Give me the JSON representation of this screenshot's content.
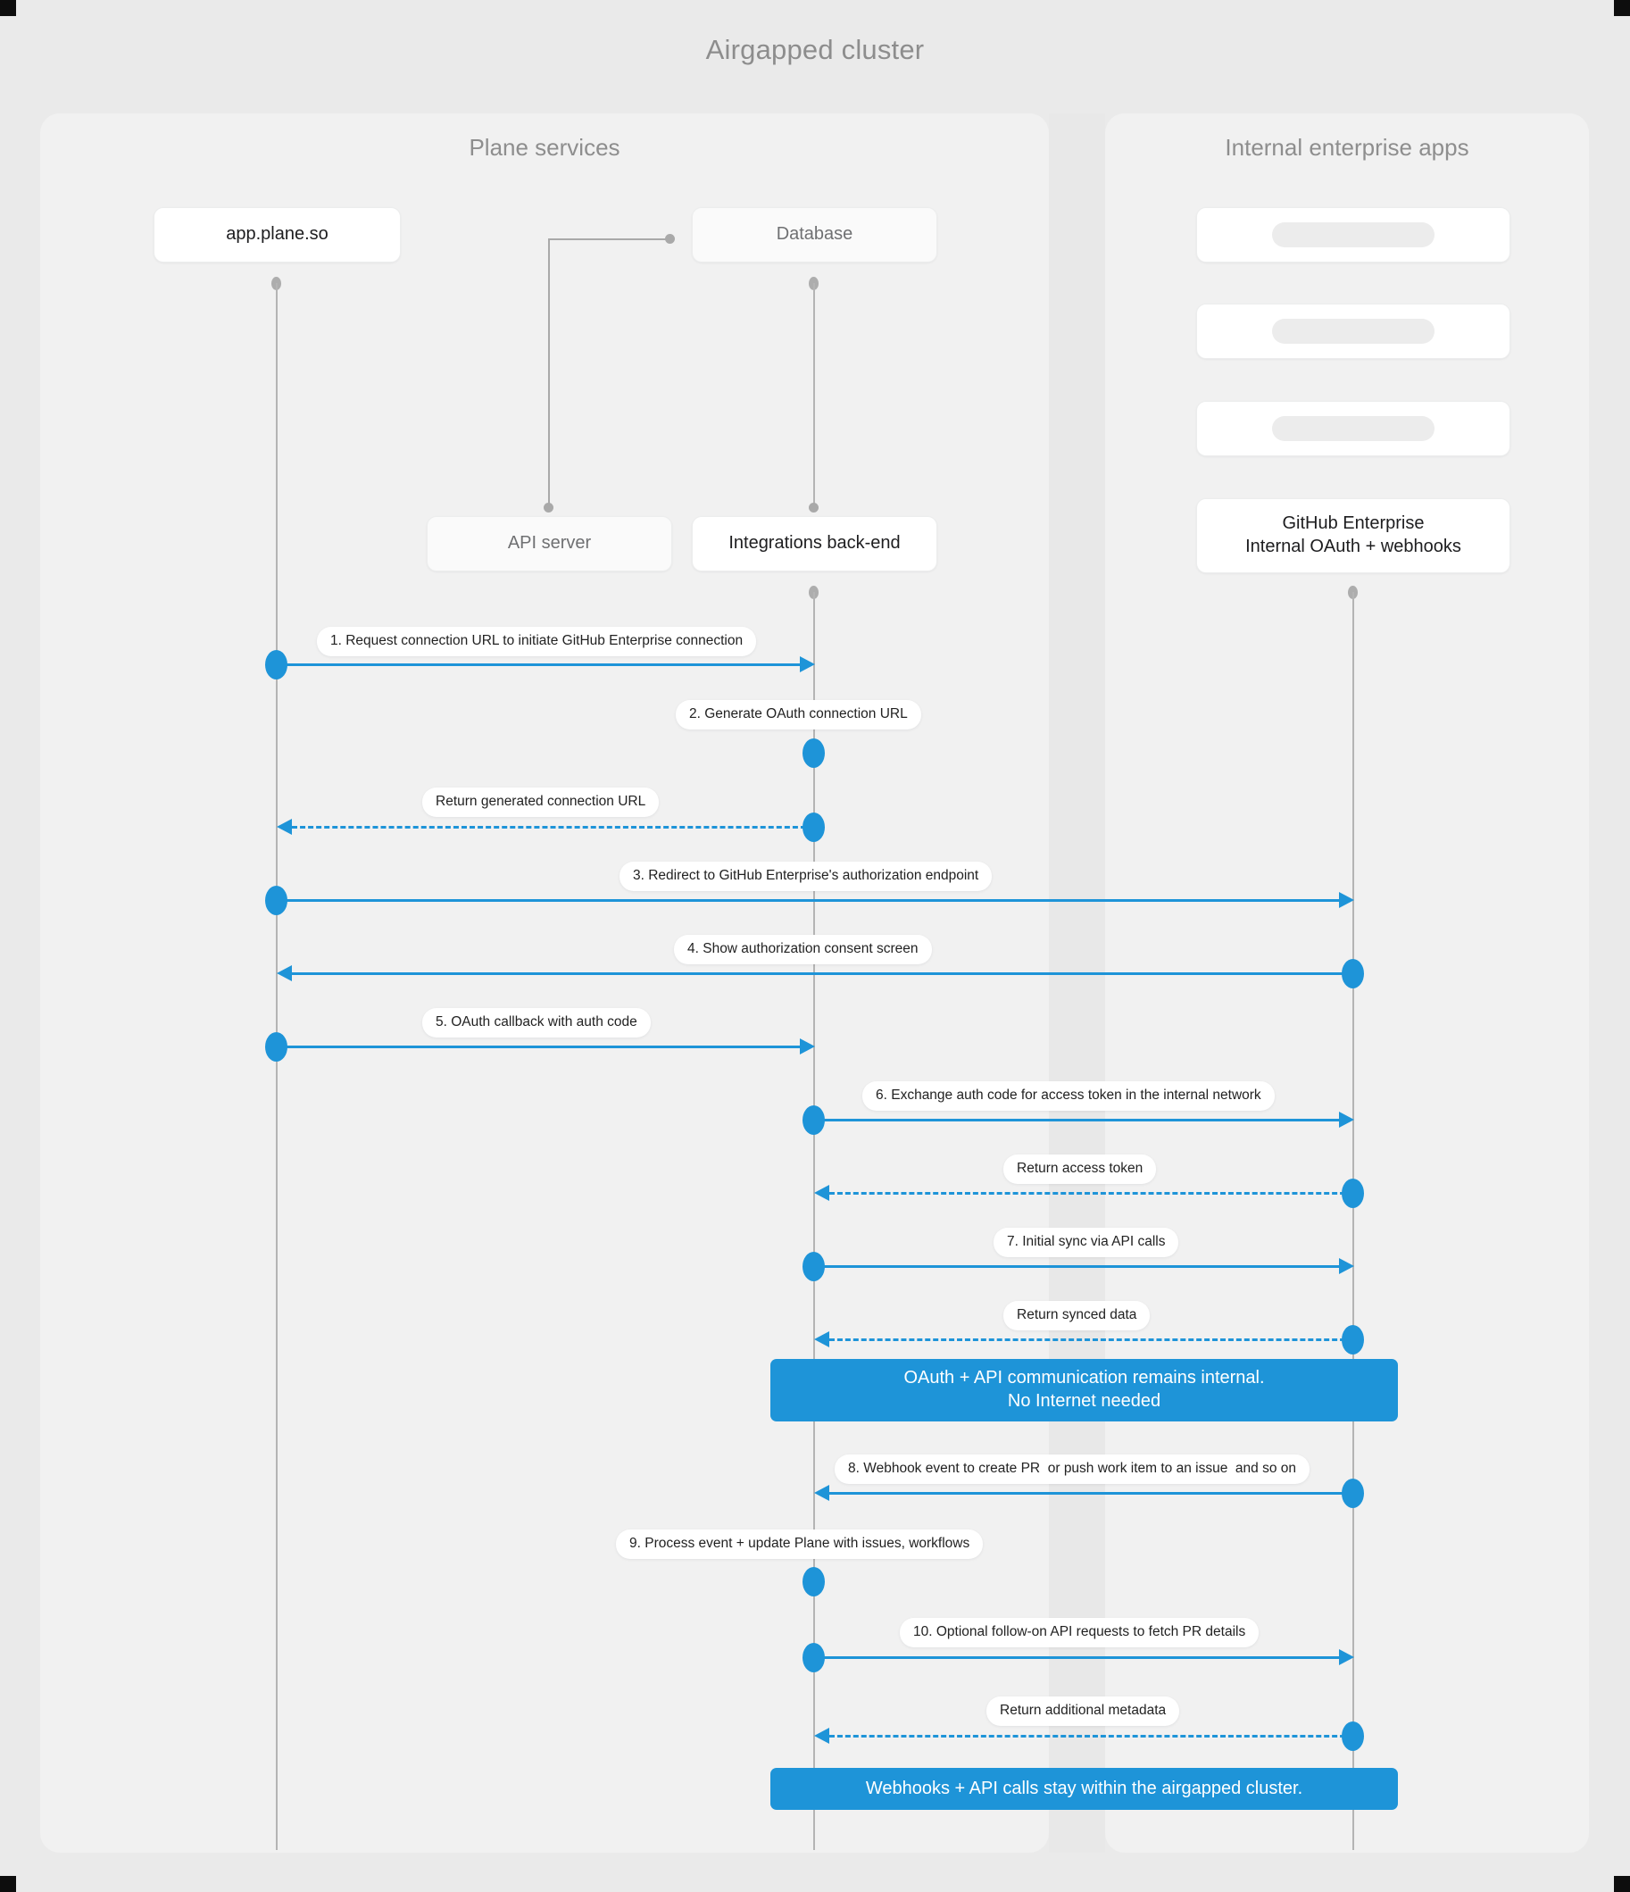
{
  "diagram": {
    "title": "Airgapped cluster",
    "type": "sequence-diagram",
    "accent_color": "#1e94d8",
    "background_color": "#eaeaea",
    "panel_color": "#f1f1f1"
  },
  "panels": [
    {
      "key": "plane",
      "title": "Plane services"
    },
    {
      "key": "enterprise",
      "title": "Internal enterprise apps"
    }
  ],
  "participants": [
    {
      "key": "app",
      "label": "app.plane.so",
      "panel": "plane"
    },
    {
      "key": "database",
      "label": "Database",
      "panel": "plane"
    },
    {
      "key": "api",
      "label": "API server",
      "panel": "plane"
    },
    {
      "key": "integrations",
      "label": "Integrations back-end",
      "panel": "plane"
    },
    {
      "key": "ph1",
      "label": "",
      "panel": "enterprise"
    },
    {
      "key": "ph2",
      "label": "",
      "panel": "enterprise"
    },
    {
      "key": "ph3",
      "label": "",
      "panel": "enterprise"
    },
    {
      "key": "github",
      "label": "GitHub Enterprise\nInternal OAuth + webhooks",
      "panel": "enterprise"
    }
  ],
  "messages": [
    {
      "n": 1,
      "label": "1. Request connection URL to initiate GitHub Enterprise connection",
      "from": "app",
      "to": "integrations",
      "style": "solid",
      "dir": "right"
    },
    {
      "n": 2,
      "label": "2. Generate OAuth connection URL",
      "from": "integrations",
      "to": "integrations",
      "style": "self",
      "dir": "self"
    },
    {
      "n": 3,
      "label": "Return generated connection URL",
      "from": "integrations",
      "to": "app",
      "style": "dashed",
      "dir": "left"
    },
    {
      "n": 4,
      "label": "3. Redirect to GitHub Enterprise's authorization endpoint",
      "from": "app",
      "to": "github",
      "style": "solid",
      "dir": "right"
    },
    {
      "n": 5,
      "label": "4. Show authorization consent screen",
      "from": "github",
      "to": "app",
      "style": "solid",
      "dir": "left"
    },
    {
      "n": 6,
      "label": "5. OAuth callback with auth code",
      "from": "app",
      "to": "integrations",
      "style": "solid",
      "dir": "right"
    },
    {
      "n": 7,
      "label": "6. Exchange auth code for access token in the internal network",
      "from": "integrations",
      "to": "github",
      "style": "solid",
      "dir": "right"
    },
    {
      "n": 8,
      "label": "Return access token",
      "from": "github",
      "to": "integrations",
      "style": "dashed",
      "dir": "left"
    },
    {
      "n": 9,
      "label": "7. Initial sync via API calls",
      "from": "integrations",
      "to": "github",
      "style": "solid",
      "dir": "right"
    },
    {
      "n": 10,
      "label": "Return synced data",
      "from": "github",
      "to": "integrations",
      "style": "dashed",
      "dir": "left"
    },
    {
      "n": 11,
      "label": "8. Webhook event to create PR  or push work item to an issue  and so on",
      "from": "github",
      "to": "integrations",
      "style": "solid",
      "dir": "left"
    },
    {
      "n": 12,
      "label": "9. Process event + update Plane with issues, workflows",
      "from": "integrations",
      "to": "integrations",
      "style": "self",
      "dir": "self"
    },
    {
      "n": 13,
      "label": "10. Optional follow-on API requests to fetch PR details",
      "from": "integrations",
      "to": "github",
      "style": "solid",
      "dir": "right"
    },
    {
      "n": 14,
      "label": "Return additional metadata",
      "from": "github",
      "to": "integrations",
      "style": "dashed",
      "dir": "left"
    }
  ],
  "notes": [
    {
      "key": "note-internal",
      "line1": "OAuth + API communication remains internal.",
      "line2": "No Internet needed"
    },
    {
      "key": "note-airgap",
      "line1": "Webhooks + API calls stay within the airgapped cluster.",
      "line2": ""
    }
  ]
}
